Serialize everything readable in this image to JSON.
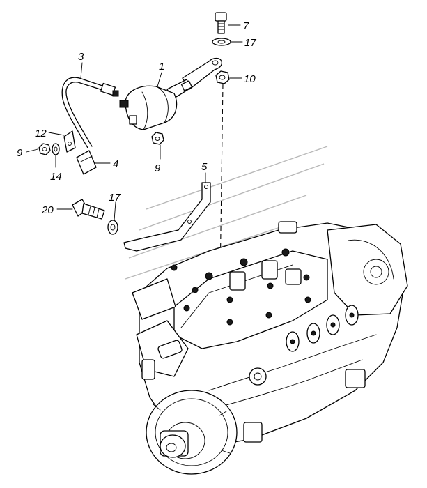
{
  "callouts": {
    "c1": "1",
    "c3": "3",
    "c4": "4",
    "c5": "5",
    "c7": "7",
    "c9a": "9",
    "c9b": "9",
    "c10": "10",
    "c12": "12",
    "c14": "14",
    "c17a": "17",
    "c17b": "17",
    "c20": "20"
  },
  "colors": {
    "line": "#000000",
    "background": "#ffffff"
  }
}
